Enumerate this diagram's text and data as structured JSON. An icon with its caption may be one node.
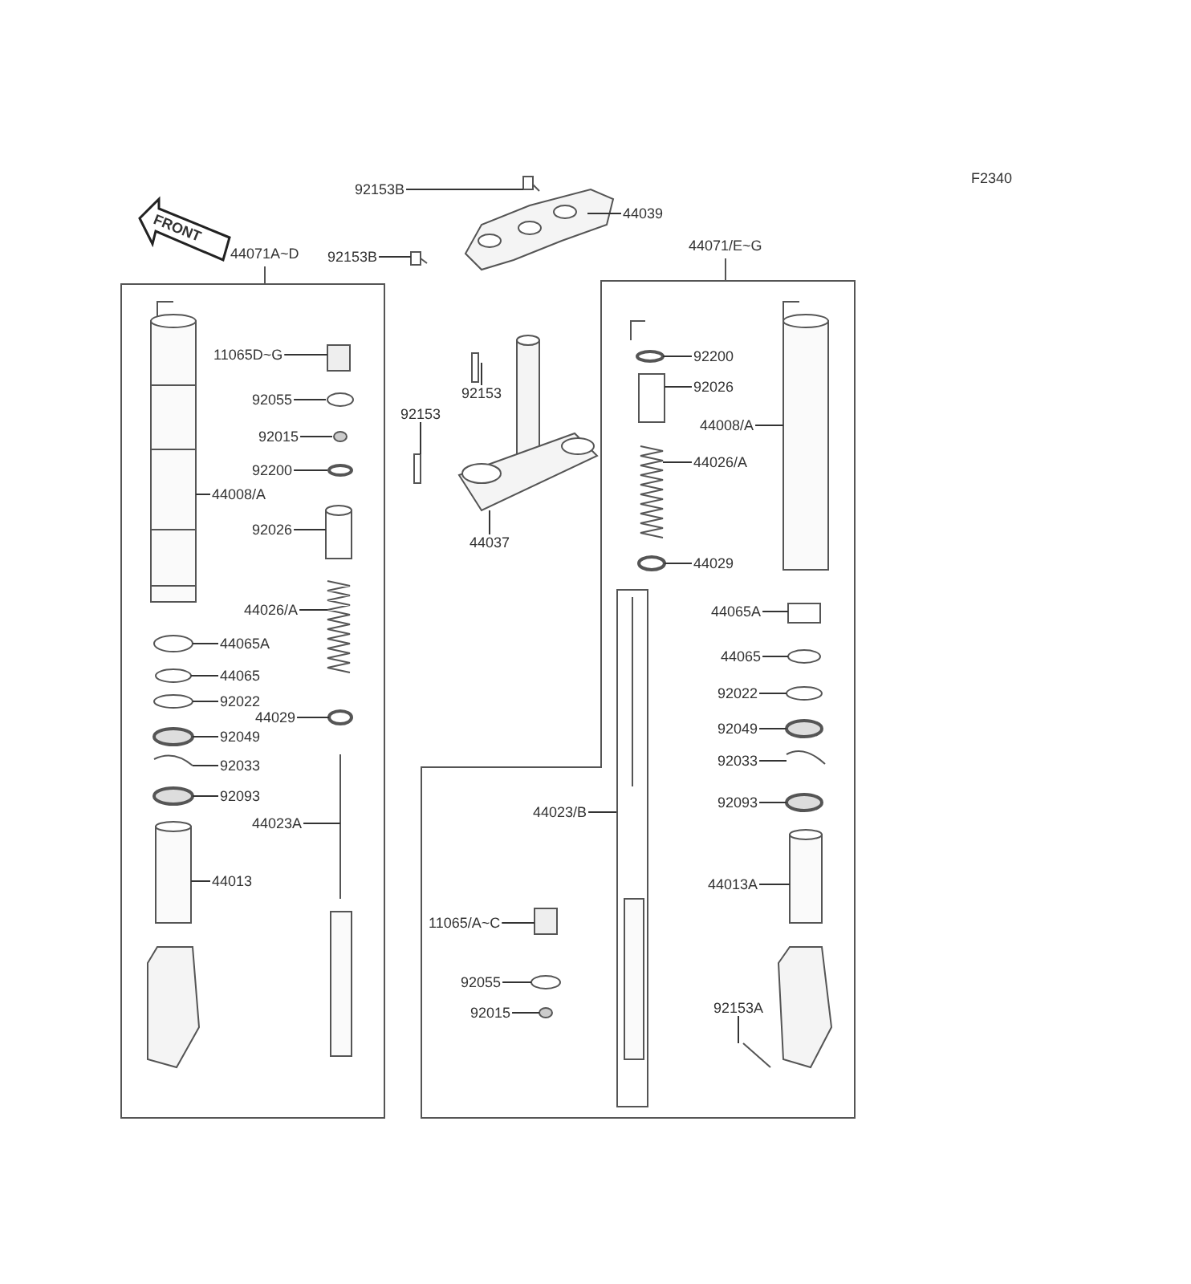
{
  "diagram": {
    "nodes": [
      {
        "text": [
          "92153B"
        ]
      },
      {
        "text": [
          "44039"
        ]
      },
      {
        "text": [
          "92153B"
        ]
      },
      {
        "text": [
          "92153"
        ]
      },
      {
        "text": [
          "92153"
        ]
      },
      {
        "text": [
          "44037"
        ]
      },
      {
        "text": [
          "44071A~D"
        ]
      },
      {
        "text": [
          "11065D~G"
        ],
        "in": 6
      },
      {
        "text": [
          "92055"
        ],
        "in": 6
      },
      {
        "text": [
          "92015"
        ],
        "in": 6
      },
      {
        "text": [
          "92200"
        ],
        "in": 6
      },
      {
        "text": [
          "44008/A"
        ],
        "in": 6
      },
      {
        "text": [
          "92026"
        ],
        "in": 6
      },
      {
        "text": [
          "44026/A"
        ],
        "in": 6
      },
      {
        "text": [
          "44065A"
        ],
        "in": 6
      },
      {
        "text": [
          "44065"
        ],
        "in": 6
      },
      {
        "text": [
          "92022"
        ],
        "in": 6
      },
      {
        "text": [
          "92049"
        ],
        "in": 6
      },
      {
        "text": [
          "92033"
        ],
        "in": 6
      },
      {
        "text": [
          "92093"
        ],
        "in": 6
      },
      {
        "text": [
          "44029"
        ],
        "in": 6
      },
      {
        "text": [
          "44023A"
        ],
        "in": 6
      },
      {
        "text": [
          "44013"
        ],
        "in": 6
      },
      {
        "text": [
          "44071/E~G"
        ]
      },
      {
        "text": [
          "92200"
        ],
        "in": 23
      },
      {
        "text": [
          "92026"
        ],
        "in": 23
      },
      {
        "text": [
          "44026/A"
        ],
        "in": 23
      },
      {
        "text": [
          "44029"
        ],
        "in": 23
      },
      {
        "text": [
          "44008/A"
        ],
        "in": 23
      },
      {
        "text": [
          "44065A"
        ],
        "in": 23
      },
      {
        "text": [
          "44065"
        ],
        "in": 23
      },
      {
        "text": [
          "92022"
        ],
        "in": 23
      },
      {
        "text": [
          "92049"
        ],
        "in": 23
      },
      {
        "text": [
          "92033"
        ],
        "in": 23
      },
      {
        "text": [
          "92093"
        ],
        "in": 23
      },
      {
        "text": [
          "44013A"
        ],
        "in": 23
      },
      {
        "text": [
          "92153A"
        ],
        "in": 23
      },
      {
        "text": [],
        "shape": "box",
        "in": 23
      },
      {
        "text": [
          "44023/B"
        ],
        "in": 23
      },
      {
        "text": [
          "11065/A~C"
        ],
        "in": 23
      },
      {
        "text": [
          "92055"
        ],
        "in": 23
      },
      {
        "text": [
          "92015"
        ],
        "in": 23
      }
    ],
    "edges": [
      {
        "from": 0,
        "to": null,
        "arrow": "none"
      },
      {
        "from": 1,
        "to": null,
        "arrow": "none"
      },
      {
        "from": 2,
        "to": null,
        "arrow": "none"
      },
      {
        "from": 3,
        "to": null,
        "arrow": "none"
      },
      {
        "from": 4,
        "to": null,
        "arrow": "none"
      },
      {
        "from": 5,
        "to": null,
        "arrow": "none"
      },
      {
        "from": 7,
        "to": null,
        "arrow": "none"
      },
      {
        "from": 8,
        "to": null,
        "arrow": "none"
      },
      {
        "from": 9,
        "to": null,
        "arrow": "none"
      },
      {
        "from": 10,
        "to": null,
        "arrow": "none"
      },
      {
        "from": 11,
        "to": null,
        "arrow": "none"
      },
      {
        "from": 12,
        "to": null,
        "arrow": "none"
      },
      {
        "from": 13,
        "to": null,
        "arrow": "none"
      },
      {
        "from": 14,
        "to": null,
        "arrow": "none"
      },
      {
        "from": 15,
        "to": null,
        "arrow": "none"
      },
      {
        "from": 16,
        "to": null,
        "arrow": "none"
      },
      {
        "from": 17,
        "to": null,
        "arrow": "none"
      },
      {
        "from": 18,
        "to": null,
        "arrow": "none"
      },
      {
        "from": 19,
        "to": null,
        "arrow": "none"
      },
      {
        "from": 20,
        "to": null,
        "arrow": "none"
      },
      {
        "from": 21,
        "to": null,
        "arrow": "none"
      },
      {
        "from": 22,
        "to": null,
        "arrow": "none"
      },
      {
        "from": 24,
        "to": null,
        "arrow": "none"
      },
      {
        "from": 25,
        "to": null,
        "arrow": "none"
      },
      {
        "from": 26,
        "to": null,
        "arrow": "none"
      },
      {
        "from": 27,
        "to": null,
        "arrow": "none"
      },
      {
        "from": 28,
        "to": null,
        "arrow": "none"
      },
      {
        "from": 29,
        "to": null,
        "arrow": "none"
      },
      {
        "from": 30,
        "to": null,
        "arrow": "none"
      },
      {
        "from": 31,
        "to": null,
        "arrow": "none"
      },
      {
        "from": 32,
        "to": null,
        "arrow": "none"
      },
      {
        "from": 33,
        "to": null,
        "arrow": "none"
      },
      {
        "from": 34,
        "to": null,
        "arrow": "none"
      },
      {
        "from": 35,
        "to": null,
        "arrow": "none"
      },
      {
        "from": 36,
        "to": null,
        "arrow": "none"
      },
      {
        "from": 38,
        "to": 37,
        "arrow": "none"
      },
      {
        "from": 39,
        "to": null,
        "arrow": "none"
      },
      {
        "from": 40,
        "to": null,
        "arrow": "none"
      },
      {
        "from": 41,
        "to": null,
        "arrow": "none"
      }
    ],
    "labels": [
      "F2340",
      "FRONT"
    ]
  }
}
